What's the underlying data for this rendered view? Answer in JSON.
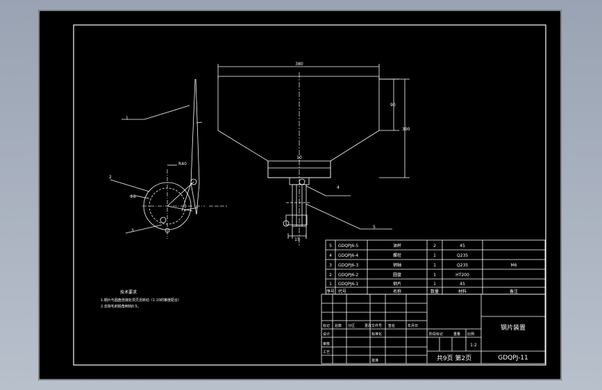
{
  "drawing": {
    "title": "钢片装置",
    "drawing_number": "GDQPJ-11",
    "sheet_info": "共9页  第2页",
    "scale": "1:2",
    "parts": [
      {
        "no": "5",
        "code": "GDQPJ6-5",
        "name": "油杯",
        "qty": "2",
        "material": "45",
        "note": ""
      },
      {
        "no": "4",
        "code": "GDQPJ6-4",
        "name": "螺栓",
        "qty": "1",
        "material": "Q235",
        "note": ""
      },
      {
        "no": "3",
        "code": "GDQPJ6-3",
        "name": "销轴",
        "qty": "1",
        "material": "Q235",
        "note": "M6"
      },
      {
        "no": "2",
        "code": "GDQPJ6-2",
        "name": "圆盘",
        "qty": "1",
        "material": "HT200",
        "note": ""
      },
      {
        "no": "1",
        "code": "GDQPJ6-1",
        "name": "钢片",
        "qty": "1",
        "material": "45",
        "note": ""
      }
    ],
    "parts_header": {
      "no": "序号",
      "code": "代号",
      "name": "名称",
      "qty": "数量",
      "material": "材料",
      "note": "备注"
    },
    "tech_req_title": "技术要求",
    "tech_req_lines": [
      "1.钢片与圆盘连接处须灵活转动（1:10的锥度配合）",
      "2.去除毛刺锐角倒钝0.5。"
    ],
    "leader_labels": [
      "1",
      "2",
      "3",
      "4",
      "5"
    ],
    "dimension_labels": {
      "top_width": "380",
      "right_height_inner": "90",
      "right_height_outer": "390",
      "bottom_width": "10",
      "shaft_width": "15",
      "angle": "R40",
      "radius": "Φ8"
    },
    "title_block_labels": {
      "mark": "标记",
      "count": "处数",
      "zone": "分区",
      "change_doc": "更改文件号",
      "signature": "签名",
      "date": "年月日",
      "design": "设计",
      "standardization": "标准化",
      "stage_mark": "阶段标记",
      "weight": "重量",
      "scale_label": "比例",
      "review": "审核",
      "process": "工艺",
      "approve": "批准"
    }
  }
}
